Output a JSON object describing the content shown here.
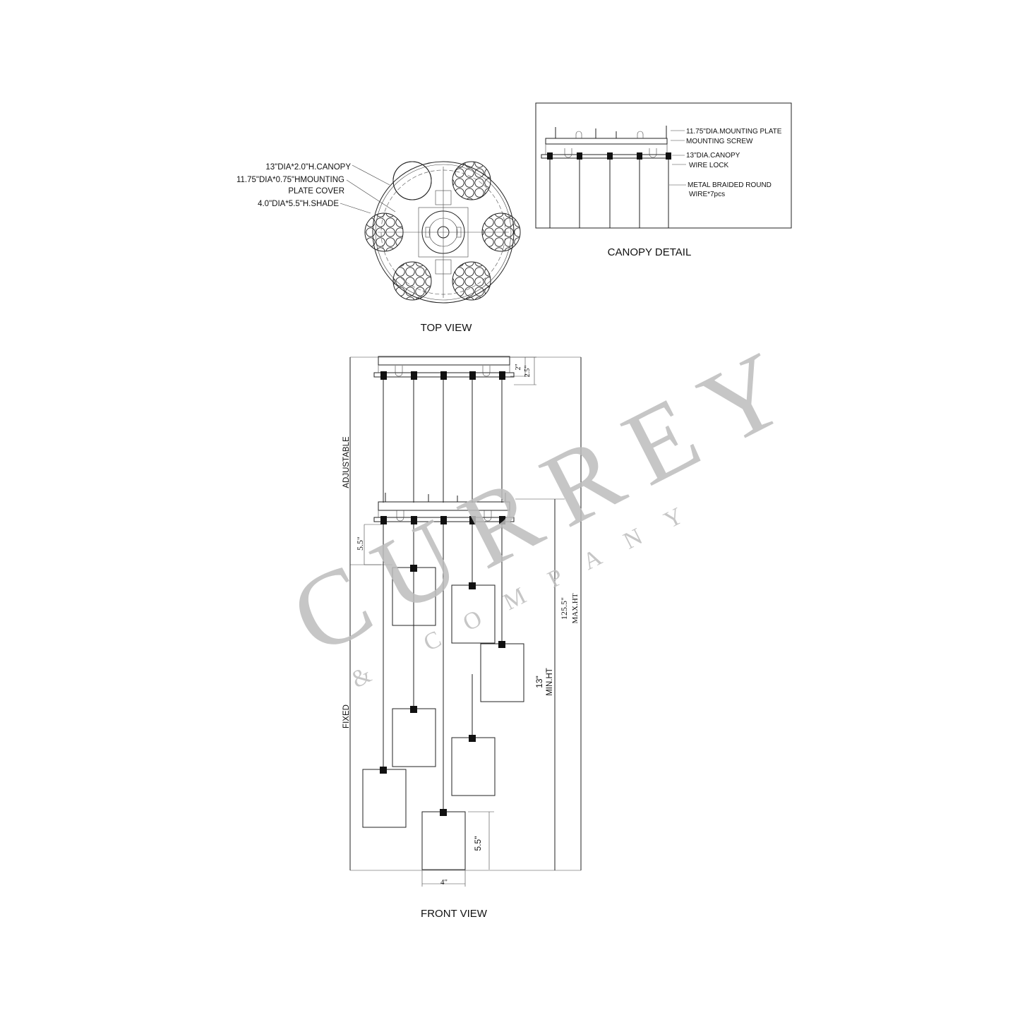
{
  "top_view": {
    "title": "TOP VIEW",
    "labels": {
      "canopy": "13\"DIA*2.0\"H.CANOPY",
      "plate_cover_1": "11.75\"DIA*0.75\"HMOUNTING",
      "plate_cover_2": "PLATE COVER",
      "shade": "4.0\"DIA*5.5\"H.SHADE"
    }
  },
  "canopy_detail": {
    "title": "CANOPY DETAIL",
    "labels": {
      "mounting_plate": "11.75\"DIA.MOUNTING PLATE",
      "mounting_screw": "MOUNTING SCREW",
      "canopy": "13\"DIA.CANOPY",
      "wire_lock": "WIRE LOCK",
      "wire_1": "METAL BRAIDED ROUND",
      "wire_2": "WIRE*7pcs"
    }
  },
  "front_view": {
    "title": "FRONT VIEW",
    "labels": {
      "adjustable": "ADJUSTABLE",
      "fixed": "FIXED",
      "dim_2": "2\"",
      "dim_2_5": "2.5\"",
      "dim_5_5_left": "5.5\"",
      "dim_max_value": "125.5\"",
      "dim_max_text": "MAX.HT",
      "dim_min_value": "13\"",
      "dim_min_text": "MIN.HT",
      "dim_shade_h": "5.5\"",
      "dim_shade_w": "4\""
    }
  },
  "watermark": {
    "brand": "CURREY",
    "sub": "& COMPANY"
  }
}
